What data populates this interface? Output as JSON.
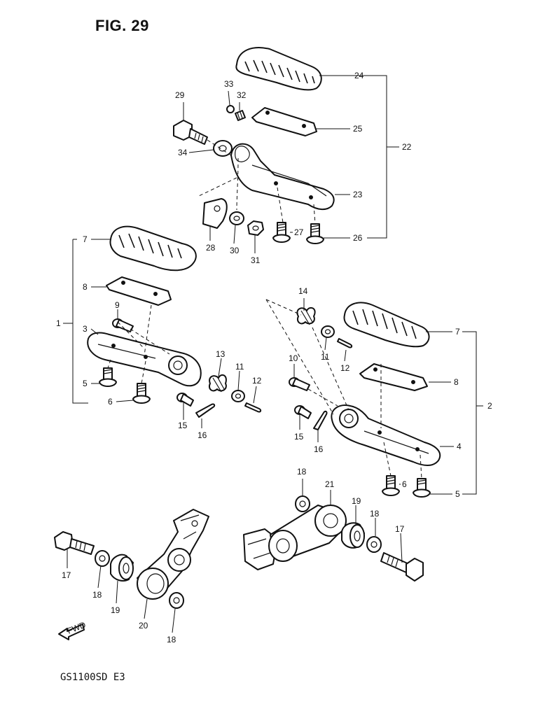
{
  "figure_title": "FIG. 29",
  "footer_code": "GS1100SD E3",
  "fwd_label": "FWD",
  "callouts": {
    "c24": "24",
    "c25": "25",
    "c22": "22",
    "c23": "23",
    "c26": "26",
    "c27": "27",
    "c29": "29",
    "c33": "33",
    "c32": "32",
    "c34": "34",
    "c28": "28",
    "c30": "30",
    "c31": "31",
    "L7": "7",
    "L8": "8",
    "L9": "9",
    "L3": "3",
    "L1": "1",
    "L5": "5",
    "L6": "6",
    "L13": "13",
    "L11": "11",
    "L12": "12",
    "L15": "15",
    "L16": "16",
    "R14": "14",
    "R11": "11",
    "R12": "12",
    "R7": "7",
    "R10": "10",
    "R8": "8",
    "R2": "2",
    "R15": "15",
    "R16": "16",
    "R4": "4",
    "R6": "6",
    "R5": "5",
    "B17a": "17",
    "B18a": "18",
    "B19a": "19",
    "B20": "20",
    "B18b": "18",
    "B18c": "18",
    "B21": "21",
    "B19b": "19",
    "B18d": "18",
    "B17b": "17"
  }
}
